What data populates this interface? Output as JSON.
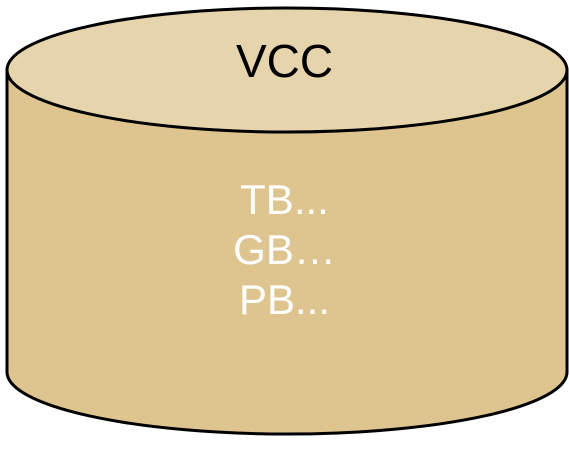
{
  "cylinder": {
    "label": "VCC",
    "contents": [
      "TB...",
      "GB…",
      "PB..."
    ],
    "colors": {
      "body_fill": "#dec58f",
      "top_fill": "#e6d5ac",
      "outline": "#000000",
      "label_text": "#000000",
      "body_text": "#ffffff"
    }
  }
}
